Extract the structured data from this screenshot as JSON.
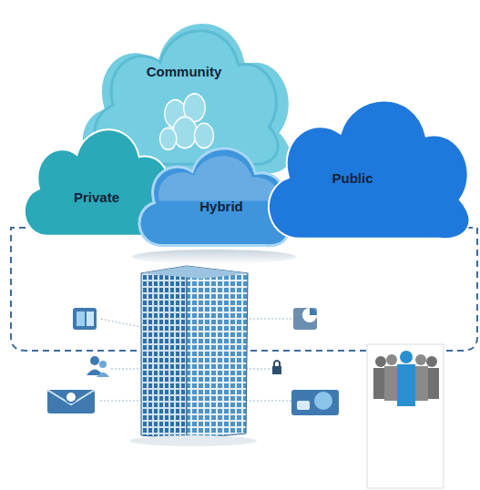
{
  "diagram": {
    "nodes": [
      {
        "text": [
          "Community"
        ]
      },
      {
        "text": [
          "Private"
        ]
      },
      {
        "text": [
          "Hybrid"
        ]
      },
      {
        "text": [
          "Public"
        ]
      }
    ]
  }
}
